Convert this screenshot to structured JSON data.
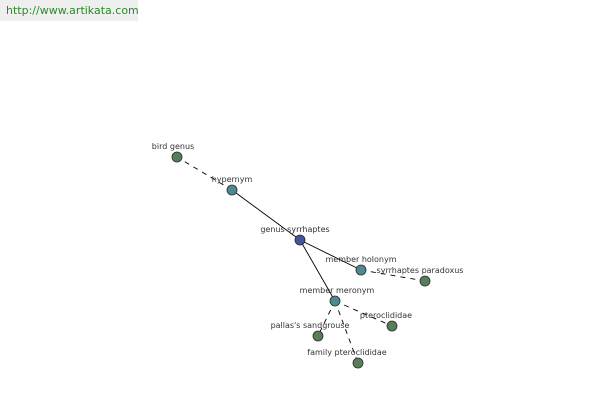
{
  "url_banner": "http://www.artikata.com",
  "colors": {
    "edge": "#000000",
    "node_outline": "#2b2b2b",
    "word_node": "#577f57",
    "relation_node": "#4d8a8e",
    "center_node": "#43549a",
    "url_text": "#2a8a2a"
  },
  "graph": {
    "nodes": [
      {
        "id": "center",
        "label": "genus syrrhaptes",
        "kind": "center"
      },
      {
        "id": "hypernym",
        "label": "hypernym",
        "kind": "relation"
      },
      {
        "id": "bird-genus",
        "label": "bird genus",
        "kind": "word"
      },
      {
        "id": "member-holonym",
        "label": "member holonym",
        "kind": "relation"
      },
      {
        "id": "syrrhaptes-paradoxus",
        "label": "syrrhaptes paradoxus",
        "kind": "word"
      },
      {
        "id": "member-meronym",
        "label": "member meronym",
        "kind": "relation"
      },
      {
        "id": "pterocliididae",
        "label": "pteroclididae",
        "kind": "word"
      },
      {
        "id": "pallass-sandgrouse",
        "label": "pallas's sandgrouse",
        "kind": "word"
      },
      {
        "id": "family-pteroclididae",
        "label": "family pteroclididae",
        "kind": "word"
      }
    ],
    "edges": [
      {
        "from": "center",
        "to": "hypernym",
        "style": "solid"
      },
      {
        "from": "hypernym",
        "to": "bird-genus",
        "style": "dashed"
      },
      {
        "from": "center",
        "to": "member-holonym",
        "style": "solid"
      },
      {
        "from": "member-holonym",
        "to": "syrrhaptes-paradoxus",
        "style": "dashed"
      },
      {
        "from": "center",
        "to": "member-meronym",
        "style": "solid"
      },
      {
        "from": "member-meronym",
        "to": "pterocliididae",
        "style": "dashed"
      },
      {
        "from": "member-meronym",
        "to": "pallass-sandgrouse",
        "style": "dashed"
      },
      {
        "from": "member-meronym",
        "to": "family-pteroclididae",
        "style": "dashed"
      }
    ]
  }
}
